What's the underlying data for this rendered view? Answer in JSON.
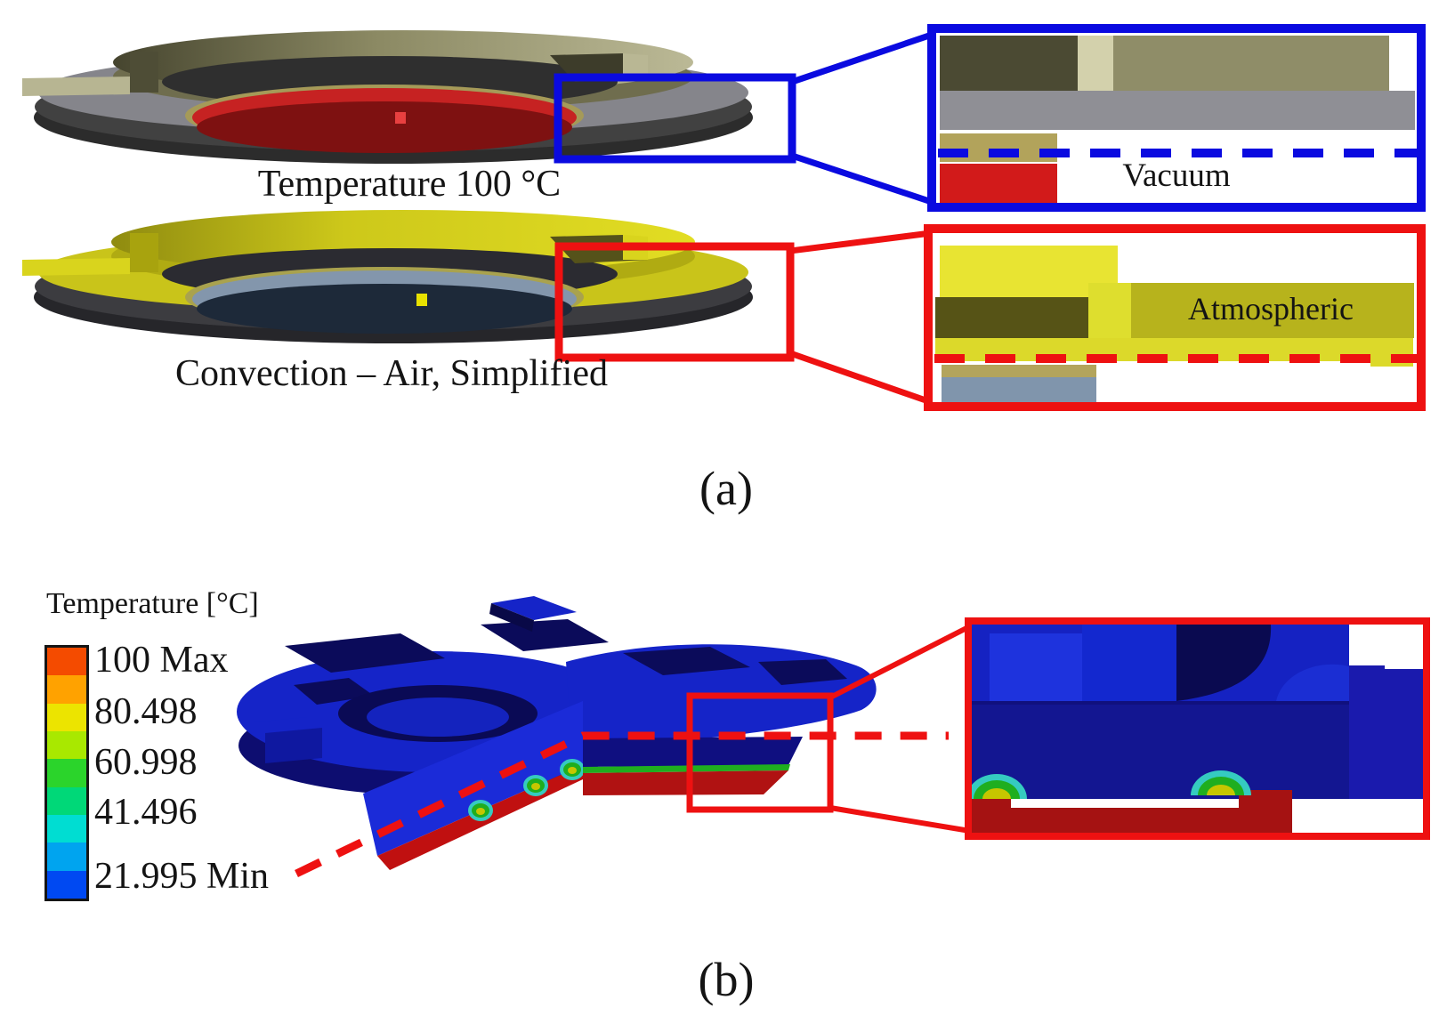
{
  "figure": {
    "accent_blue": "#0a0ae0",
    "accent_red": "#ee1111",
    "panel_a": {
      "tag": "(a)",
      "vacuum_model": {
        "caption": "Temperature 100 °C",
        "region_label": "Vacuum"
      },
      "convection_model": {
        "caption": "Convection – Air, Simplified",
        "region_label": "Atmospheric"
      }
    },
    "panel_b": {
      "tag": "(b)",
      "legend": {
        "title": "Temperature [°C]",
        "ticks": [
          "100 Max",
          "80.498",
          "60.998",
          "41.496",
          "21.995 Min"
        ],
        "colorbar": [
          "#f44b00",
          "#ffa200",
          "#ece400",
          "#a9e800",
          "#2bd42b",
          "#00d878",
          "#00ddd2",
          "#00a4ef",
          "#0049f2"
        ]
      }
    }
  }
}
